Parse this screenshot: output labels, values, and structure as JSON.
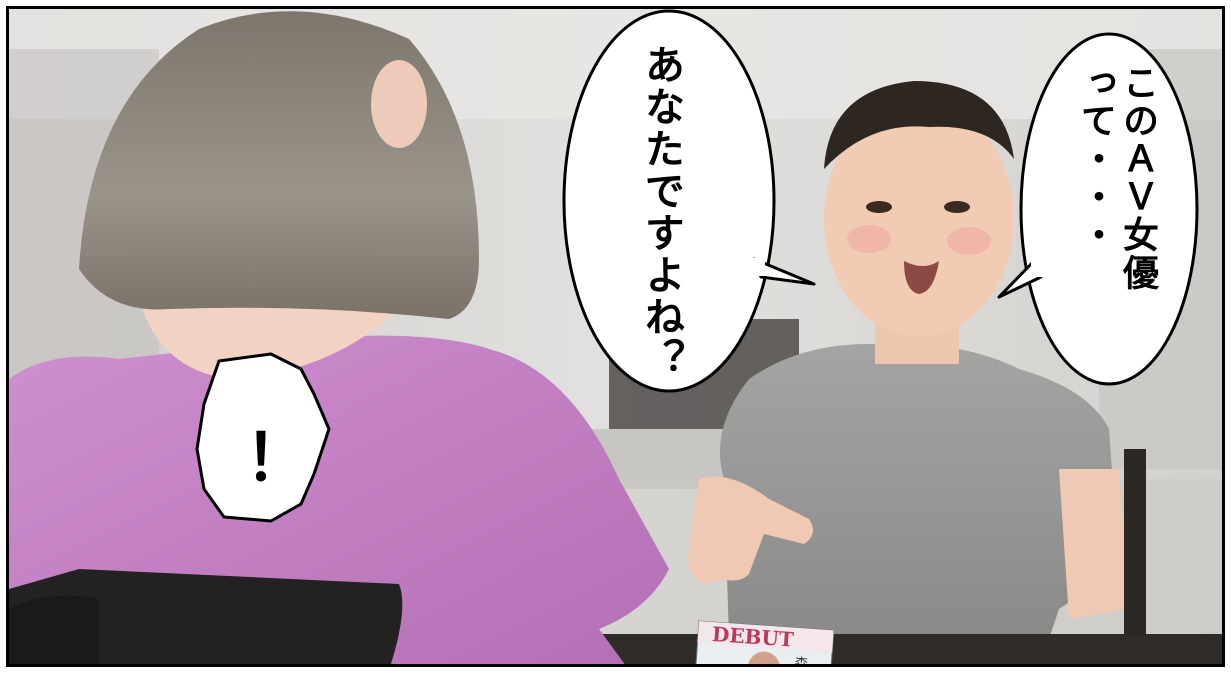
{
  "speech": {
    "bubble_left": {
      "line1": "あなたですよね？"
    },
    "bubble_right": {
      "line1": "このＡＶ女優",
      "line2": "って・・・"
    },
    "surprise": "！"
  },
  "magazine": {
    "cover_text": "DEBUT",
    "cover_sub": "森"
  },
  "colors": {
    "wall": "#d9d8d6",
    "woman_hair": "#8d857b",
    "woman_shirt": "#c47fc4",
    "boy_shirt": "#9a9a98",
    "boy_hair": "#2e2620",
    "skin": "#f0c9b4",
    "table": "#2f2b29",
    "chair": "#242121"
  }
}
